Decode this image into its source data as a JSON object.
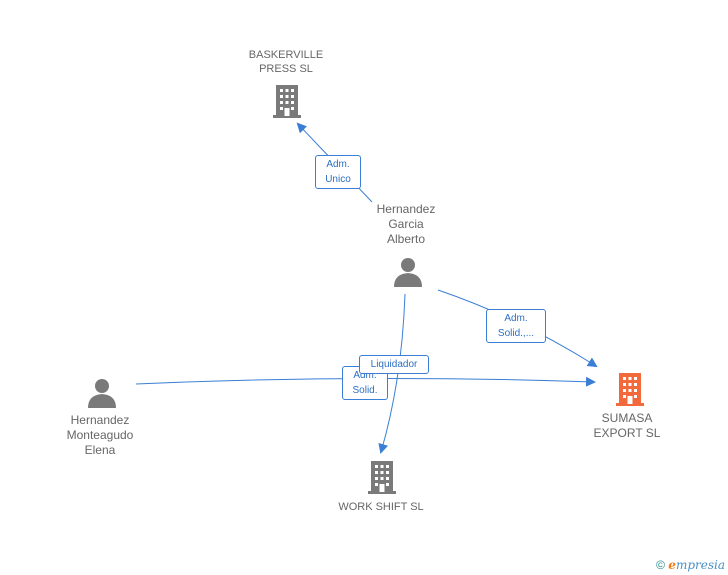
{
  "nodes": {
    "baskerville": {
      "line1": "BASKERVILLE",
      "line2": "PRESS  SL"
    },
    "hernandez_garcia": {
      "line1": "Hernandez",
      "line2": "Garcia",
      "line3": "Alberto"
    },
    "hernandez_monteagudo": {
      "line1": "Hernandez",
      "line2": "Monteagudo",
      "line3": "Elena"
    },
    "sumasa": {
      "line1": "SUMASA",
      "line2": "EXPORT SL"
    },
    "work_shift": {
      "line1": "WORK SHIFT SL"
    }
  },
  "edges": {
    "adm_unico": {
      "line1": "Adm.",
      "line2": "Unico"
    },
    "adm_solid_1": {
      "line1": "Adm.",
      "line2": "Solid.,..."
    },
    "liquidador": {
      "line1": "Liquidador"
    },
    "adm_solid_2": {
      "line1": "Adm.",
      "line2": "Solid."
    }
  },
  "colors": {
    "company": "#7a7a7a",
    "company_highlight": "#f26a3c",
    "person": "#7a7a7a",
    "edge": "#3a7fd5"
  },
  "footer": {
    "copyright": "©",
    "brand_initial": "e",
    "brand_rest": "mpresia"
  }
}
